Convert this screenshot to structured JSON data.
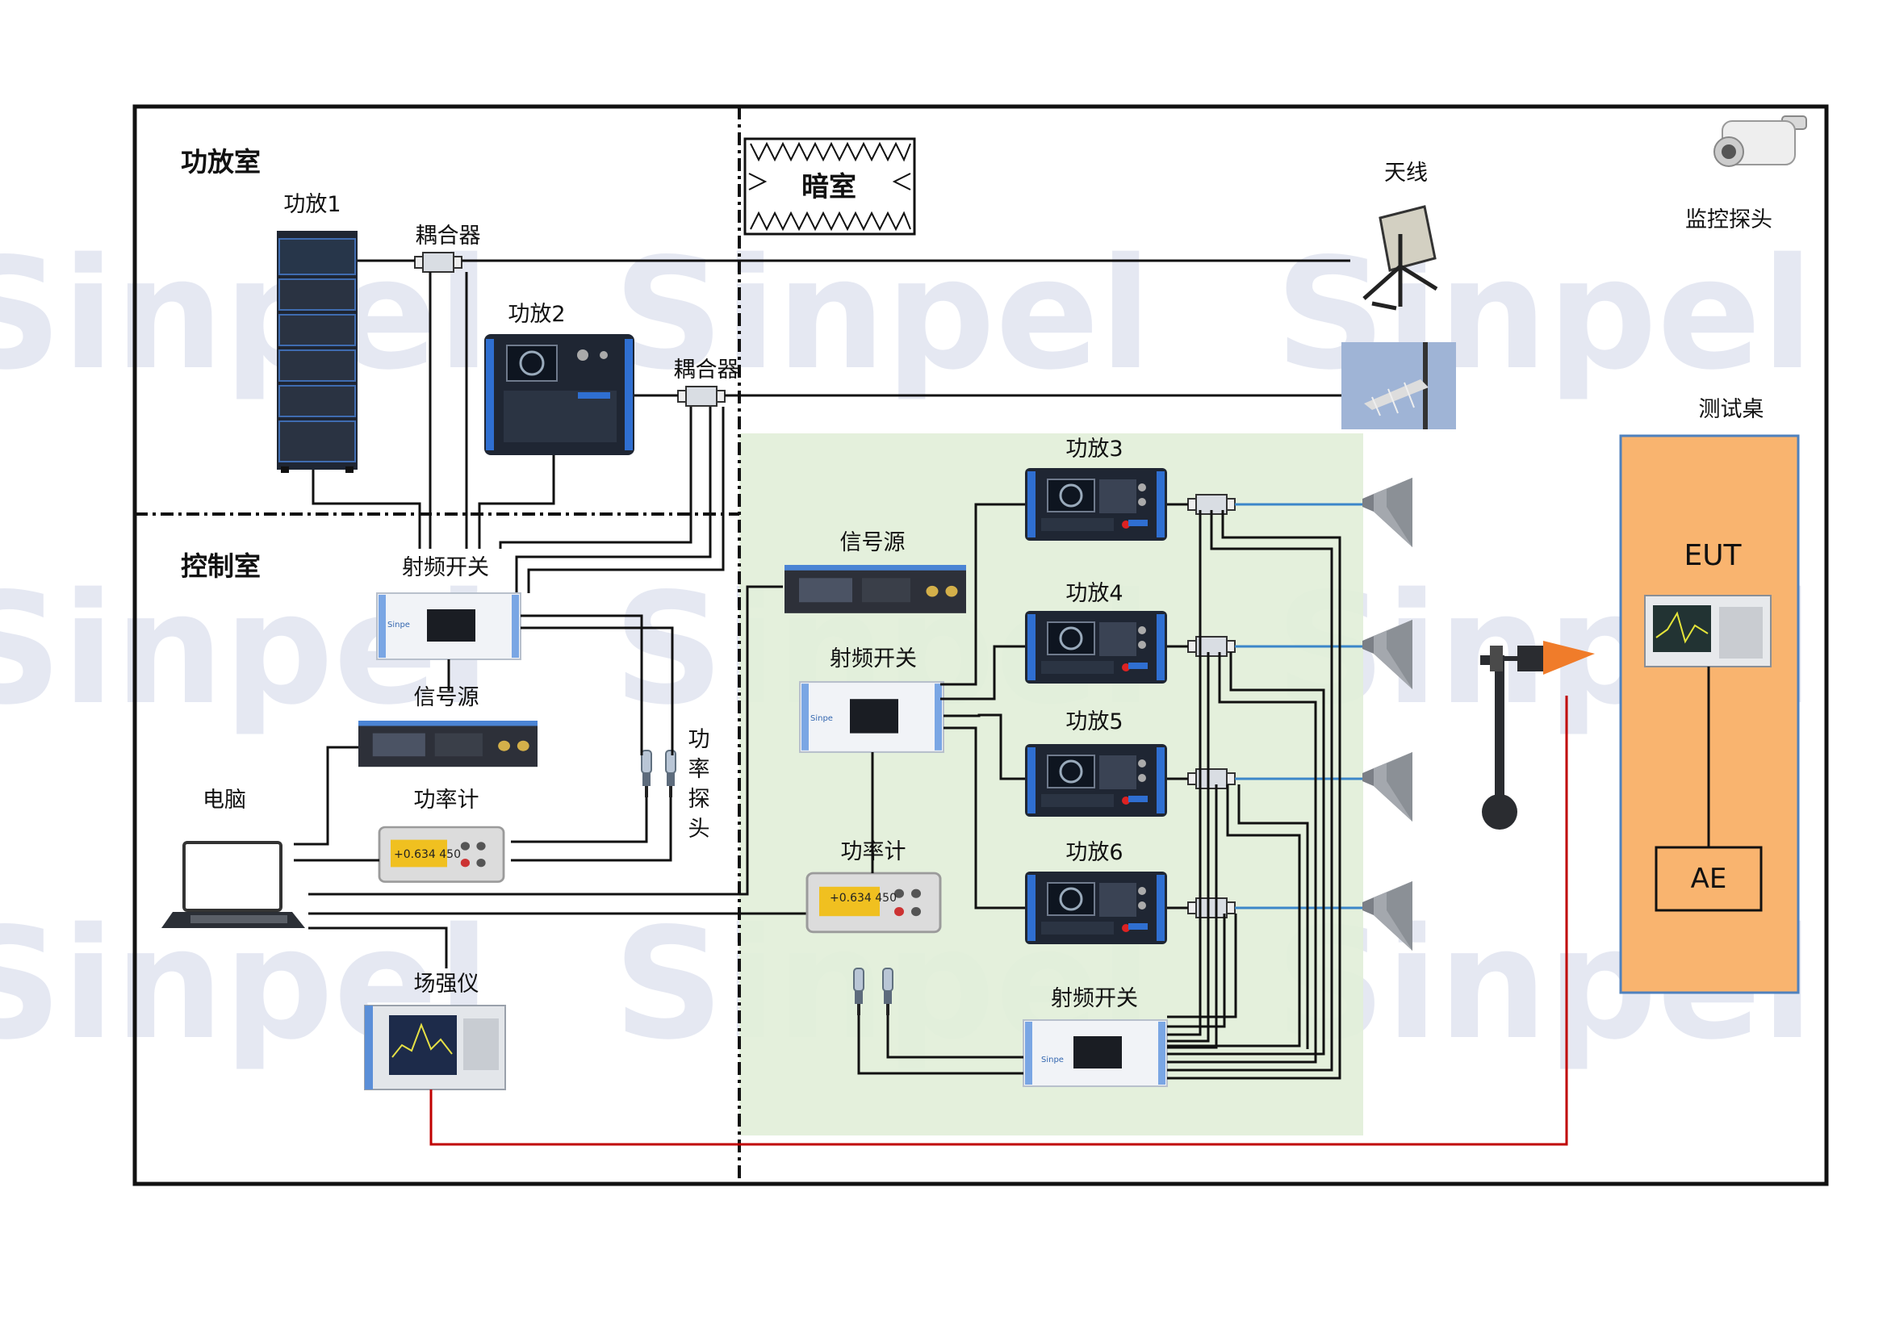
{
  "rooms": {
    "amp_room": "功放室",
    "control_room": "控制室",
    "chamber": "暗室"
  },
  "watermark": "Sinpel",
  "labels": {
    "amp1": "功放1",
    "amp2": "功放2",
    "amp3": "功放3",
    "amp4": "功放4",
    "amp5": "功放5",
    "amp6": "功放6",
    "coupler_top": "耦合器",
    "coupler_mid": "耦合器",
    "antenna": "天线",
    "camera": "监控探头",
    "test_table": "测试桌",
    "eut": "EUT",
    "ae": "AE",
    "rf_switch_control": "射频开关",
    "rf_switch_chamber": "射频开关",
    "rf_switch_bottom": "射频开关",
    "signal_source_control": "信号源",
    "signal_source_chamber": "信号源",
    "power_meter_control": "功率计",
    "power_meter_chamber": "功率计",
    "power_probe": [
      "功",
      "率",
      "探",
      "头"
    ],
    "computer": "电脑",
    "field_meter": "场强仪",
    "meter_reading": "+0.634 450",
    "rf_switch_brand": "Sinpe"
  },
  "colors": {
    "frame": "#111111",
    "chamber_zone": "#e2efd9",
    "test_table": "#f9b46f",
    "test_table_border": "#4f81bd",
    "fiber_red": "#c00000",
    "feed_blue": "#3b86c9",
    "device_blue": "#2f6fd1",
    "device_dark": "#1f2633",
    "watermark": "#c7cee4"
  }
}
